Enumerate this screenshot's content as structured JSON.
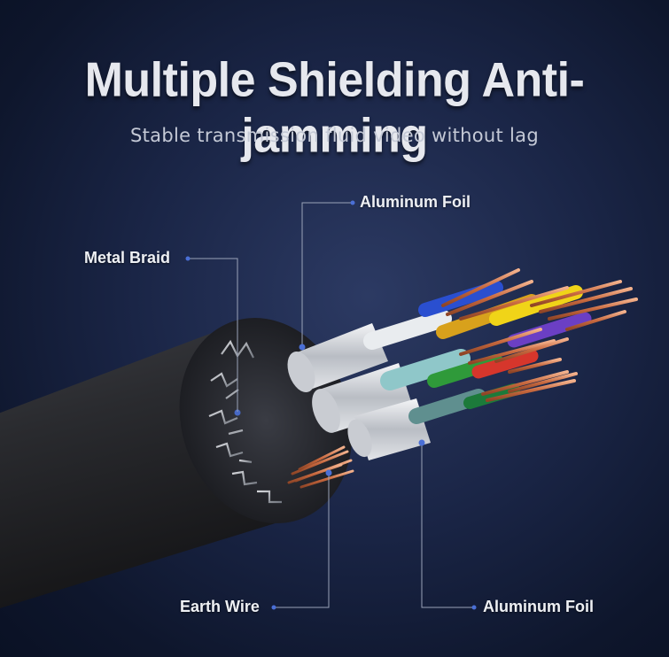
{
  "headline": "Multiple Shielding Anti-jamming",
  "subheadline": "Stable transmission fluid video without lag",
  "callouts": {
    "aluminum_foil_top": "Aluminum Foil",
    "metal_braid": "Metal Braid",
    "earth_wire": "Earth Wire",
    "aluminum_foil_bottom": "Aluminum Foil"
  },
  "colors": {
    "background": "#1a2546",
    "jacket": "#2b2b2e",
    "copper": "#d9835a",
    "foil": "#d6d9de",
    "callout_dot": "#4a6fd6"
  }
}
